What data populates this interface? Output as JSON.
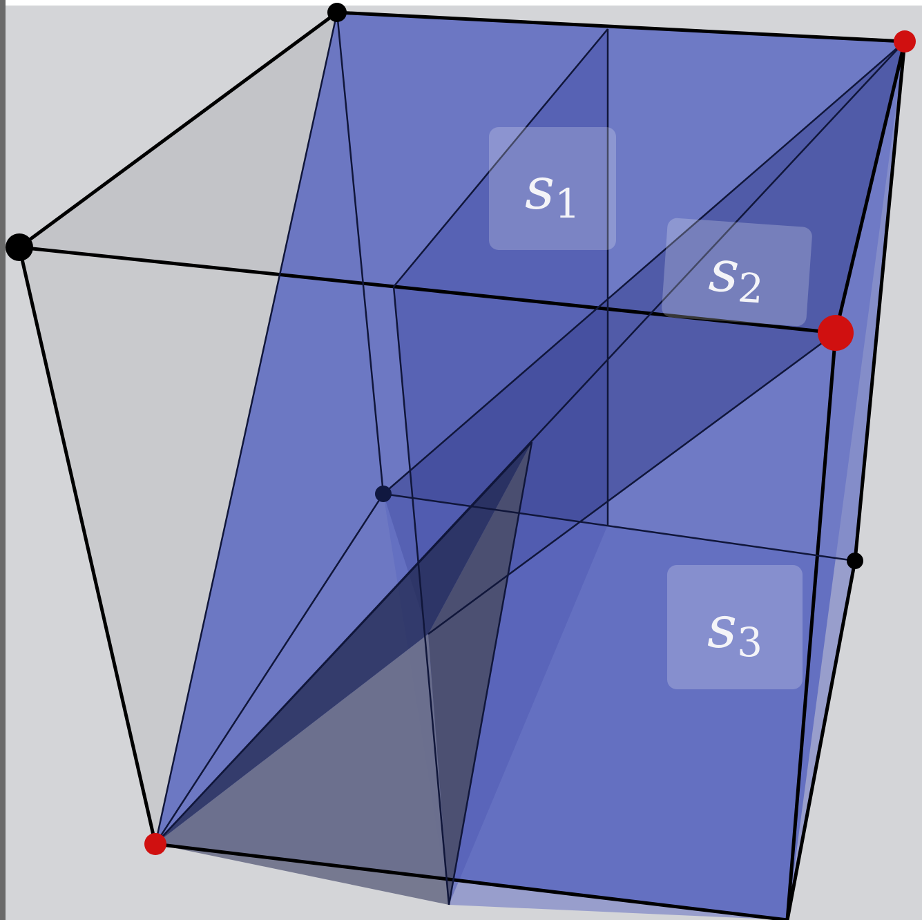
{
  "labels": {
    "s1": {
      "var": "s",
      "sub": "1"
    },
    "s2": {
      "var": "s",
      "sub": "2"
    },
    "s3": {
      "var": "s",
      "sub": "3"
    }
  },
  "colors": {
    "background": "#d4d5d8",
    "face_blue": "#5a68c8",
    "face_dark": "#2d3370",
    "edge": "#000000",
    "vertex_black": "#000000",
    "vertex_red": "#d01010"
  }
}
